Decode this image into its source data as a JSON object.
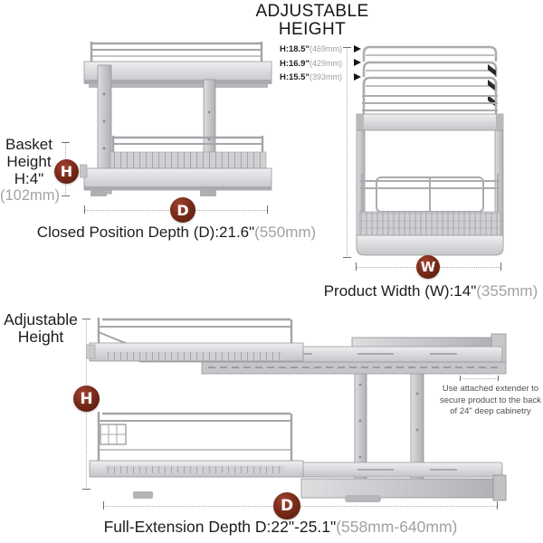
{
  "colors": {
    "marker_maroon": "#6f2616",
    "text_dark": "#1d1d1d",
    "text_gray": "#a2a2a2",
    "note_gray": "#4f4f4f",
    "product_silver": "#c8cacc"
  },
  "title": {
    "line1": "ADJUSTABLE",
    "line2": "HEIGHT"
  },
  "markers": {
    "height": "H",
    "depth": "D",
    "width": "W"
  },
  "height_options": [
    {
      "label": "H:18.5\"",
      "metric": "(469mm)"
    },
    {
      "label": "H:16.9\"",
      "metric": "(429mm)"
    },
    {
      "label": "H:15.5\"",
      "metric": "(393mm)"
    }
  ],
  "basket_height": {
    "line1": "Basket",
    "line2": "Height",
    "line3": "H:4\"",
    "metric": "(102mm)"
  },
  "closed_depth": {
    "label": "Closed Position Depth (D):21.6\"",
    "metric": "(550mm)"
  },
  "product_width": {
    "label": "Product Width (W):14\"",
    "metric": "(355mm)"
  },
  "adjustable_height_label": {
    "line1": "Adjustable",
    "line2": "Height"
  },
  "extender_note": {
    "line1": "Use attached extender to",
    "line2": "secure product to the back",
    "line3": "of 24\" deep cabinetry"
  },
  "full_extension": {
    "label": "Full-Extension Depth D:22\"-25.1\"",
    "metric": "(558mm-640mm)"
  }
}
